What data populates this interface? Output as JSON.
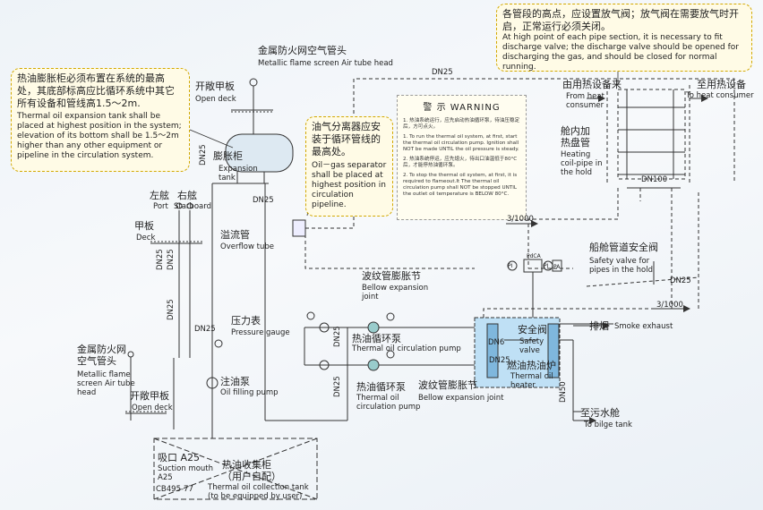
{
  "notes": {
    "discharge": {
      "zh": "各管段的高点，应设置放气阀；放气阀在需要放气时开启，正常运行必须关闭。",
      "en": "At high point of each pipe section, it is necessary to fit  discharge valve; the discharge valve should be opened for  discharging the gas, and should be closed for normal  running."
    },
    "expansion": {
      "zh": "热油膨胀柜必须布置在系统的最高处，其底部标高应比循环系统中其它所有设备和管线高1.5～2m.",
      "en": "Thermal oil expansion tank shall be placed at highest position in the system; elevation of its bottom shall be 1.5～2m higher than any other equipment or pipeline in the circulation system."
    },
    "separator": {
      "zh": "油气分离器应安装于循环管线的最高处。",
      "en": "Oil－gas separator shall be placed at highest position in circulation pipeline."
    }
  },
  "warning": {
    "title": "警  示    WARNING",
    "p1_zh": "1. 热油系统运行，应先启动热油循环泵，待油压稳定后，方可点火。",
    "p1_en": "1. To run the thermal oil system, at first, start the thermal oil circulation pump. Ignition shall NOT be made  UNTIL the oil pressure is steady.",
    "p2_zh": "2. 热油系统停运，应先熄火，待出口油温低于80°C后，才能停热油循环泵。",
    "p2_en": "2. To stop the thermal oil system, at first, it is required to flameout.It The thermal oil circulation pump shall NOT be stopped UNTIL the outlet oil temperature is BELOW 80°C."
  },
  "labels": {
    "flame_head_top_zh": "金属防火网空气管头",
    "flame_head_top_en": "Metallic flame screen Air tube head",
    "open_deck_top_zh": "开敞甲板",
    "open_deck_top_en": "Open deck",
    "dn25_top": "DN25",
    "expansion_tank_zh": "膨胀柜",
    "expansion_tank_en": "Expansion\ntank",
    "dn25_a": "DN25",
    "dn25_b": "DN25",
    "port_zh": "左舷",
    "port_en": "Port",
    "starboard_zh": "右舷",
    "starboard_en": "Starboard",
    "deck_zh": "甲板",
    "deck_en": "Deck",
    "overflow_zh": "溢流管",
    "overflow_en": "Overflow tube",
    "dn25_c": "DN25",
    "dn25_d": "DN25",
    "dn25_e": "DN25",
    "pressure_gauge_zh": "压力表",
    "pressure_gauge_en": "Pressure gauge",
    "dn25_f": "DN25",
    "filling_pump_zh": "注油泵",
    "filling_pump_en": "Oil filling pump",
    "flame_head_bot_zh": "金属防火网\n空气管头",
    "flame_head_bot_en": "Metallic flame\nscreen Air tube\nhead",
    "open_deck_bot_zh": "开敞甲板",
    "open_deck_bot_en": "Open deck",
    "suction_zh": "吸口 A25",
    "suction_en": "Suction mouth\nA25",
    "cb": "CB495-77",
    "collection_zh": "热油收集柜\n（用户自配）",
    "collection_en": "Thermal oil collection tank\n(to be equipped by user)",
    "bellows_top_zh": "波纹管膨胀节",
    "bellows_top_en": "Bellow expansion\njoint",
    "circ_pump_top_zh": "热油循环泵",
    "circ_pump_top_en": "Thermal oil circulation pump",
    "circ_pump_bot_zh": "热油循环泵",
    "circ_pump_bot_en": "Thermal oil\ncirculation pump",
    "bellows_bot_zh": "波纹管膨胀节",
    "bellows_bot_en": "Bellow expansion joint",
    "dn25_g": "DN25",
    "dn25_h": "DN25",
    "dn6": "DN6",
    "dn25_i": "DN25",
    "safety_valve_zh": "安全阀",
    "safety_valve_en": "Safety\nvalve",
    "heater_zh": "燃油热油炉",
    "heater_en": "Thermal oil\nheater",
    "dn50": "DN50",
    "smoke_zh": "排烟",
    "smoke_en": "Smoke exhaust",
    "bilge_zh": "至污水舱",
    "bilge_en": "To bilge tank",
    "slope1": "3/1000",
    "slope2": "3/1000",
    "dn25_top_line": "DN25",
    "from_consumer_zh": "由用热设备来",
    "from_consumer_en": "From heat\nconsumer",
    "to_consumer_zh": "至用热设备",
    "to_consumer_en": "To heat consumer",
    "coil_zh": "舱内加\n热盘管",
    "coil_en": "Heating\ncoil-pipe in\nthe hold",
    "dn100": "DN100",
    "safety_hold_zh": "船舱管道安全阀",
    "safety_hold_en": "Safety valve for\npipes in the hold",
    "dn25_j": "DN25",
    "pi1": "PI",
    "pi2": "PI",
    "pa": "PA",
    "pdca": "PdCA"
  },
  "colors": {
    "line": "#333333",
    "note_border": "#d2a800",
    "note_bg": "#fffbe6",
    "heater_fill": "#bfe0f5"
  }
}
